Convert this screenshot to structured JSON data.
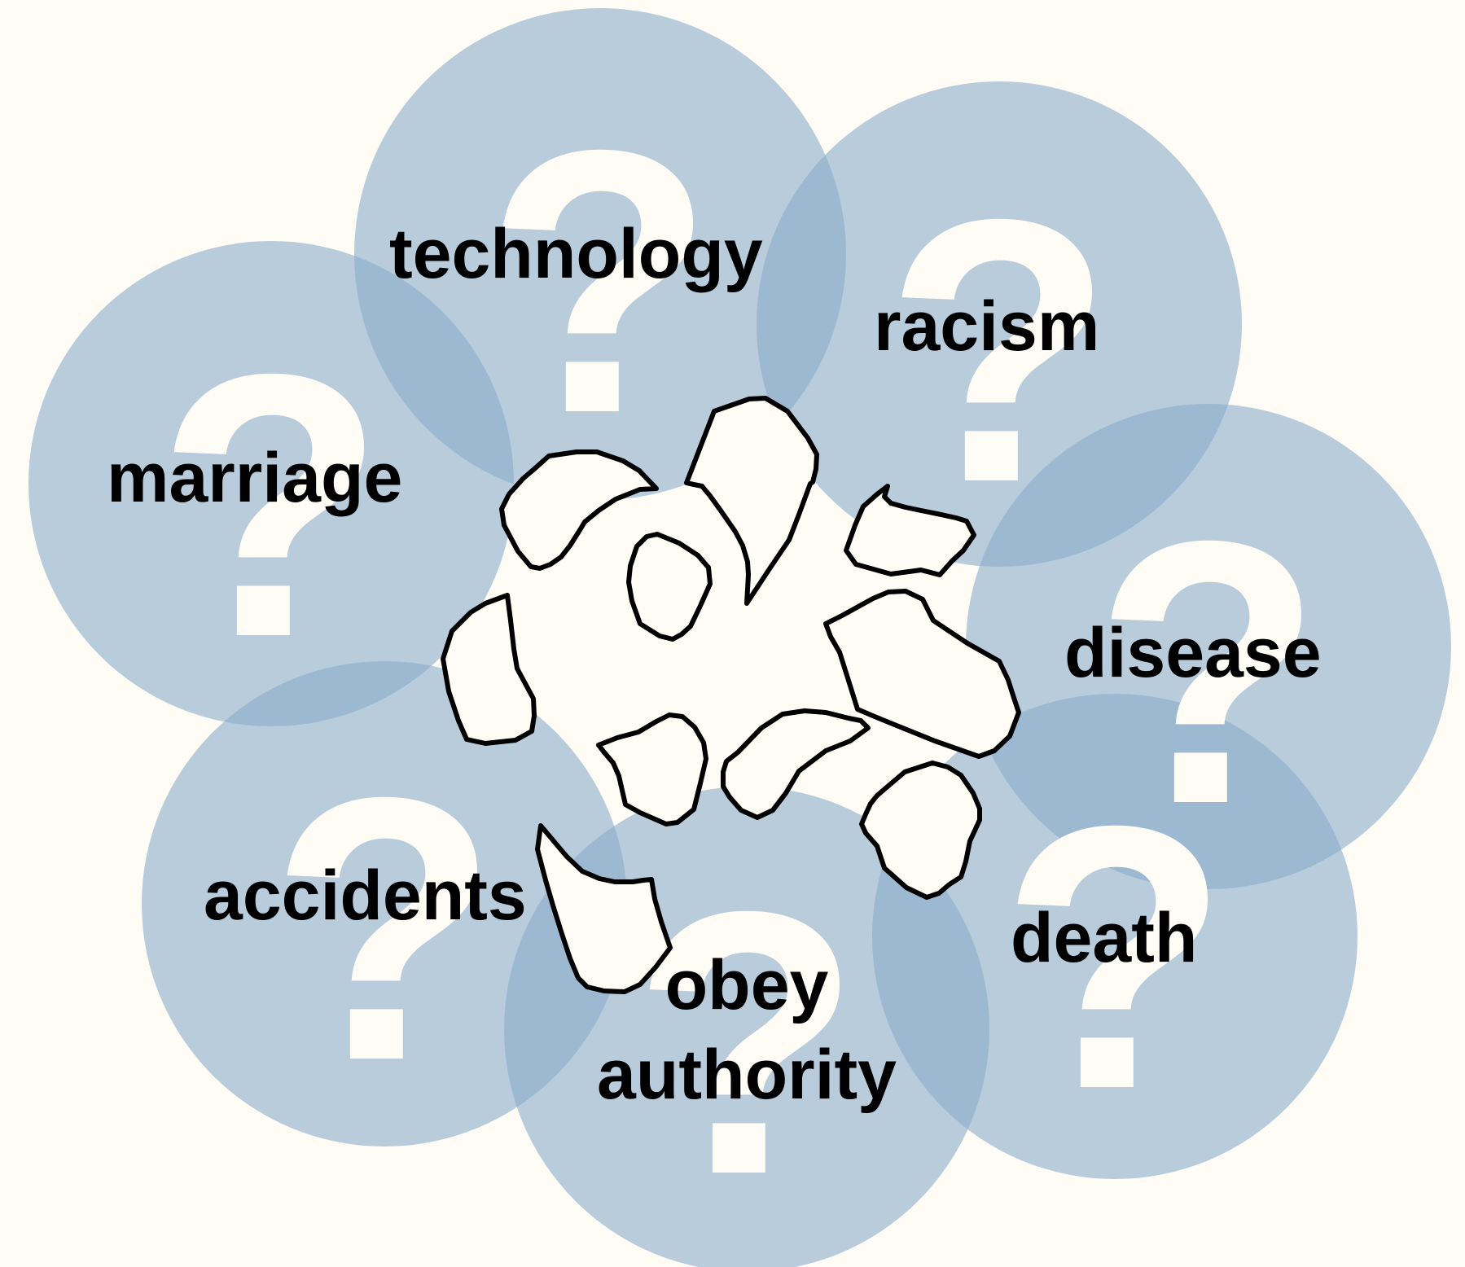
{
  "colors": {
    "background": "#fefcf5",
    "bubble_fill": "#8aaccc",
    "question_mark": "#fefcf5",
    "label_text": "#000000",
    "crumple_stroke": "#000000",
    "crumple_fill": "#fefcf5"
  },
  "bubble_icon": "question-mark-icon",
  "bubble_glyph": "?",
  "topics": [
    {
      "id": "technology",
      "label": "technology"
    },
    {
      "id": "racism",
      "label": "racism"
    },
    {
      "id": "marriage",
      "label": "marriage"
    },
    {
      "id": "disease",
      "label": "disease"
    },
    {
      "id": "accidents",
      "label": "accidents"
    },
    {
      "id": "death",
      "label": "death"
    },
    {
      "id": "obey-authority",
      "label_line1": "obey",
      "label_line2": "authority"
    }
  ],
  "center_graphic": "crumpled-paper-icon"
}
